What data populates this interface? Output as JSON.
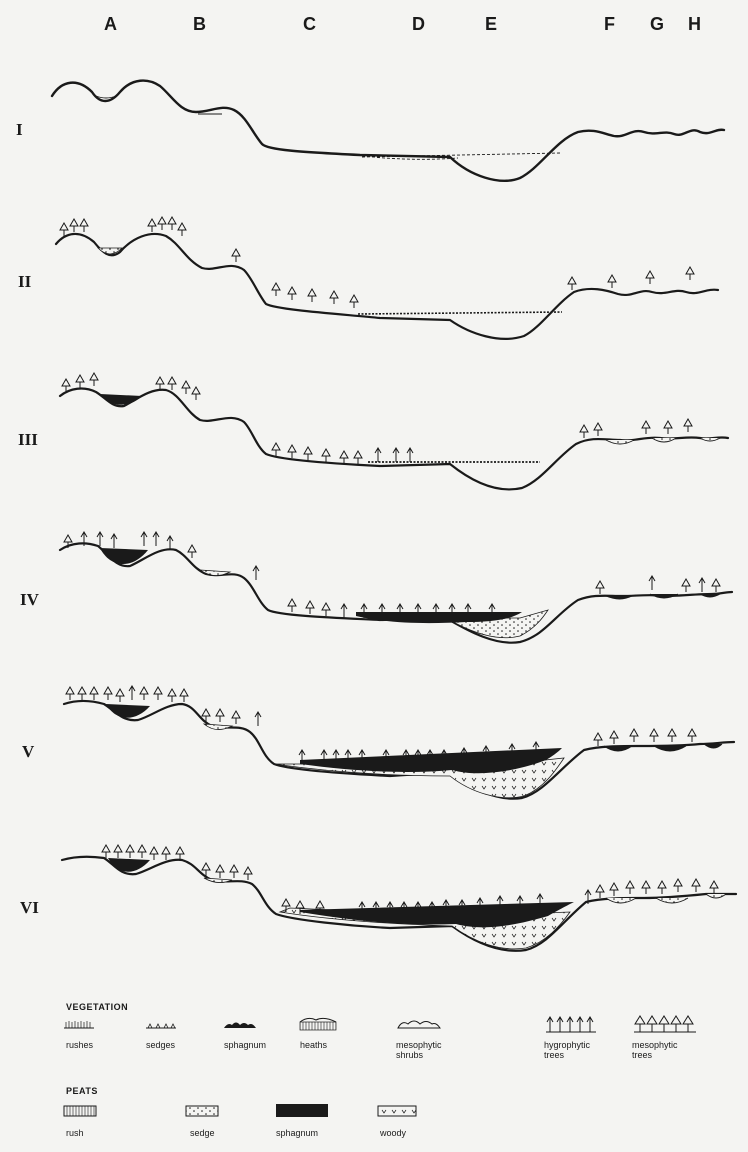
{
  "columns": [
    "A",
    "B",
    "C",
    "D",
    "E",
    "F",
    "G",
    "H"
  ],
  "stages": [
    "I",
    "II",
    "III",
    "IV",
    "V",
    "VI"
  ],
  "legend": {
    "vegetation_heading": "VEGETATION",
    "vegetation": [
      {
        "label": "rushes",
        "icon": "rushes-icon"
      },
      {
        "label": "sedges",
        "icon": "sedges-icon"
      },
      {
        "label": "sphagnum",
        "icon": "sphagnum-icon"
      },
      {
        "label": "heaths",
        "icon": "heaths-icon"
      },
      {
        "label": "mesophytic shrubs",
        "icon": "mesophytic-shrubs-icon"
      },
      {
        "label": "hygrophytic trees",
        "icon": "hygrophytic-trees-icon"
      },
      {
        "label": "mesophytic trees",
        "icon": "mesophytic-trees-icon"
      }
    ],
    "peats_heading": "PEATS",
    "peats": [
      {
        "label": "rush",
        "icon": "rush-peat-icon"
      },
      {
        "label": "sedge",
        "icon": "sedge-peat-icon"
      },
      {
        "label": "sphagnum",
        "icon": "sphagnum-peat-icon"
      },
      {
        "label": "woody",
        "icon": "woody-peat-icon"
      }
    ]
  },
  "colors": {
    "ink": "#1a1a1a",
    "paper": "#f4f4f2",
    "peat": "#1a1a1a"
  }
}
